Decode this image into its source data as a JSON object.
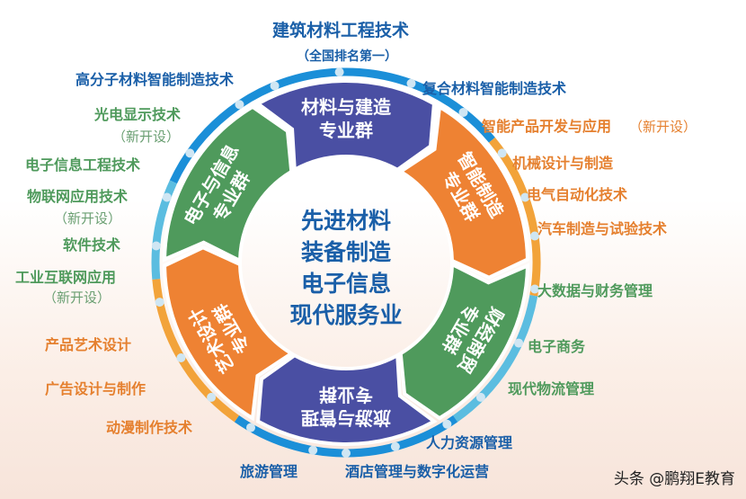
{
  "center_lines": [
    "先进材料",
    "装备制造",
    "电子信息",
    "现代服务业"
  ],
  "clusters": [
    {
      "lines": [
        "材料与建造",
        "专业群"
      ],
      "color": "#4a4fa3"
    },
    {
      "lines": [
        "智能制造",
        "专业群"
      ],
      "color": "#ee8233"
    },
    {
      "lines": [
        "财经商贸",
        "专业群"
      ],
      "color": "#4f9a5c"
    },
    {
      "lines": [
        "旅游与管理",
        "专业群"
      ],
      "color": "#4a4fa3"
    },
    {
      "lines": [
        "艺术设计",
        "专业群"
      ],
      "color": "#ee8233"
    },
    {
      "lines": [
        "电子与信息",
        "专业群"
      ],
      "color": "#4f9a5c"
    }
  ],
  "majors": {
    "top_title": "建筑材料工程技术",
    "top_note": "（全国排名第一）",
    "polymer": "高分子材料智能制造技术",
    "composite": "复合材料智能制造技术",
    "smart_product": "智能产品开发与应用",
    "smart_product_note": "（新开设）",
    "mechanical": "机械设计与制造",
    "electrical": "电气自动化技术",
    "automotive": "汽车制造与试验技术",
    "bigdata": "大数据与财务管理",
    "ecommerce": "电子商务",
    "logistics": "现代物流管理",
    "hr": "人力资源管理",
    "hotel": "酒店管理与数字化运营",
    "tourism": "旅游管理",
    "animation": "动漫制作技术",
    "advertising": "广告设计与制作",
    "product_art": "产品艺术设计",
    "iiot": "工业互联网应用",
    "iiot_note": "（新开设）",
    "software": "软件技术",
    "iot": "物联网应用技术",
    "iot_note": "（新开设）",
    "eie": "电子信息工程技术",
    "optoelectronic": "光电显示技术",
    "optoelectronic_note": "（新开设）"
  },
  "watermark": "头条 @鹏翔E教育"
}
